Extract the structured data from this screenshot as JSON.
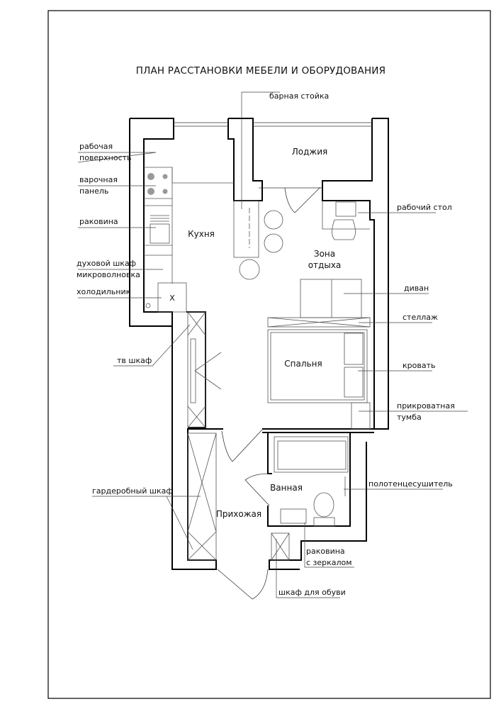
{
  "title": "ПЛАН РАССТАНОВКИ МЕБЕЛИ И ОБОРУДОВАНИЯ",
  "rooms": {
    "kitchen": "Кухня",
    "loggia": "Лоджия",
    "lounge_1": "Зона",
    "lounge_2": "отдыха",
    "bedroom": "Спальня",
    "bathroom": "Ванная",
    "hallway": "Прихожая"
  },
  "fridge_mark": "X",
  "labels": {
    "bar_counter": "барная стойка",
    "worktop_1": "рабочая",
    "worktop_2": "поверхность",
    "hob_1": "варочная",
    "hob_2": "панель",
    "kitchen_sink": "раковина",
    "oven_1": "духовой шкаф",
    "oven_2": "микроволновка",
    "fridge": "холодильник",
    "tv_cabinet": "тв шкаф",
    "wardrobe": "гардеробный шкаф",
    "desk": "рабочий стол",
    "sofa": "диван",
    "shelving": "стеллаж",
    "bed": "кровать",
    "nightstand_1": "прикроватная",
    "nightstand_2": "тумба",
    "towel_rail": "полотенцесушитель",
    "bath_sink_1": "раковина",
    "bath_sink_2": "с зеркалом",
    "shoe_cabinet": "шкаф для обуви"
  }
}
